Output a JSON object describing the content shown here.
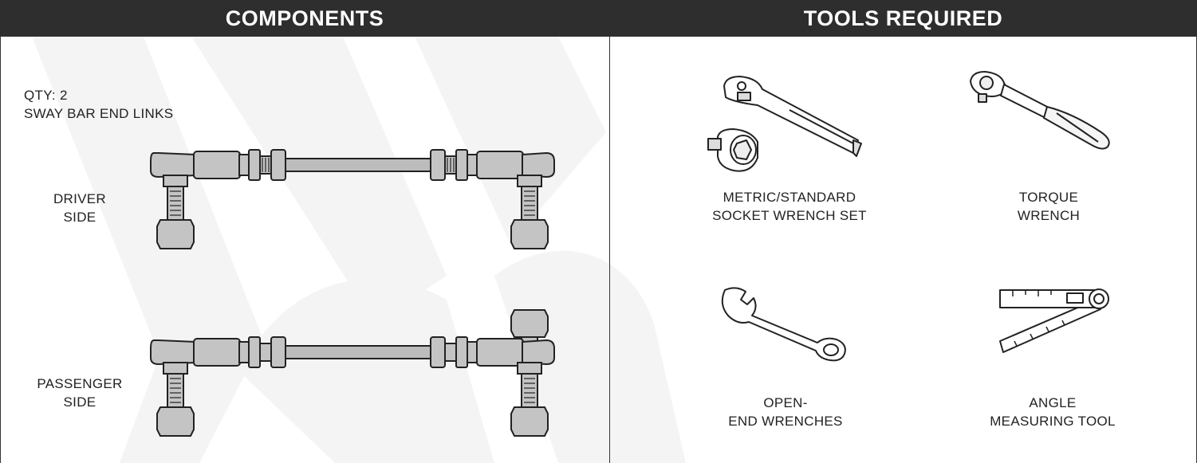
{
  "headers": {
    "components": "COMPONENTS",
    "tools": "TOOLS REQUIRED"
  },
  "components": {
    "qty": "QTY: 2",
    "item_name": "SWAY BAR END LINKS",
    "driver_side": [
      "DRIVER",
      "SIDE"
    ],
    "passenger_side": [
      "PASSENGER",
      "SIDE"
    ]
  },
  "tools": [
    {
      "line1": "METRIC/STANDARD",
      "line2": "SOCKET WRENCH SET",
      "icon": "socket-wrench-set-icon"
    },
    {
      "line1": "TORQUE",
      "line2": "WRENCH",
      "icon": "torque-wrench-icon"
    },
    {
      "line1": "OPEN-",
      "line2": "END WRENCHES",
      "icon": "open-end-wrench-icon"
    },
    {
      "line1": "ANGLE",
      "line2": "MEASURING TOOL",
      "icon": "angle-measuring-tool-icon"
    }
  ],
  "colors": {
    "header_bg": "#2e2e2e",
    "header_text": "#ffffff",
    "part_fill": "#bdbdbd",
    "watermark": "#f3f3f3"
  }
}
